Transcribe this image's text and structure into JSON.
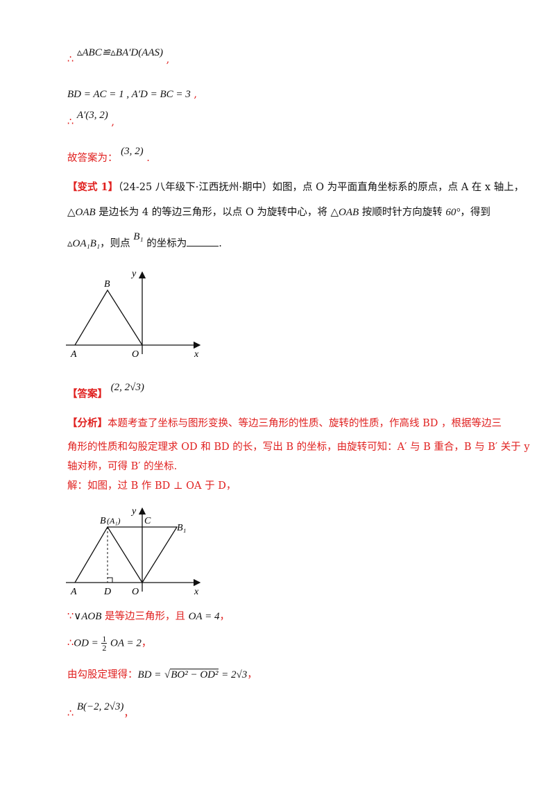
{
  "lines": {
    "l1_therefore": "∴",
    "l1_math": "▵ABC≌▵BA′D(AAS)",
    "l1_tail": ",",
    "l2_math": "BD = AC = 1 ,  A′D = BC = 3",
    "l2_tail": ",",
    "l3_therefore": "∴",
    "l3_math": "A′(3, 2)",
    "l3_tail": ",",
    "l4_text": "故答案为：",
    "l4_math": "(3, 2)",
    "l4_tail": "."
  },
  "variant": {
    "tag": "【变式 1】",
    "line1": "（24-25 八年级下·江西抚州·期中）如图，点 O 为平面直角坐标系的原点，点 A 在 x 轴上，",
    "line2_a": "△OAB",
    "line2_b": " 是边长为 4 的等边三角形，以点 O 为旋转中心，将 ",
    "line2_c": "△OAB",
    "line2_d": " 按顺时针方向旋转 ",
    "line2_e": "60°",
    "line2_f": "，得到",
    "line3_a": "▵OA₁B₁",
    "line3_b": "，则点 ",
    "line3_c": "B₁",
    "line3_d": " 的坐标为",
    "line3_e": "."
  },
  "figure1": {
    "labels": {
      "y": "y",
      "x": "x",
      "A": "A",
      "B": "B",
      "O": "O"
    }
  },
  "answer": {
    "tag": "【答案】",
    "math": "(2, 2√3)"
  },
  "analysis": {
    "tag": "【分析】",
    "line1": "本题考查了坐标与图形变换、等边三角形的性质、旋转的性质，作高线 BD ，根据等边三",
    "line2": "角形的性质和勾股定理求 OD 和 BD 的长，写出 B 的坐标，由旋转可知：A′ 与 B 重合，B 与 B′ 关于 y",
    "line3": "轴对称，可得 B′ 的坐标.",
    "line4": "解：如图，过 B 作 BD ⊥ OA 于 D，"
  },
  "figure2": {
    "labels": {
      "B": "B",
      "A1": "(A₁)",
      "y": "y",
      "C": "C",
      "B1": "B₁",
      "A": "A",
      "D": "D",
      "O": "O",
      "x": "x"
    }
  },
  "steps": {
    "s1_a": "∵",
    "s1_math": "∨AOB",
    "s1_b": " 是等边三角形，且 ",
    "s1_math2": "OA = 4",
    "s1_c": "，",
    "s2_a": "∴",
    "s2_math_pre": "OD =",
    "s2_num": "1",
    "s2_den": "2",
    "s2_math_post": "OA = 2",
    "s2_c": "，",
    "s3_a": "由勾股定理得：",
    "s3_math_pre": "BD =",
    "s3_sqrt": "BO² − OD²",
    "s3_math_post": "= 2√3",
    "s3_c": "，",
    "s4_a": "∴",
    "s4_math": "B(−2, 2√3)",
    "s4_c": "，"
  }
}
